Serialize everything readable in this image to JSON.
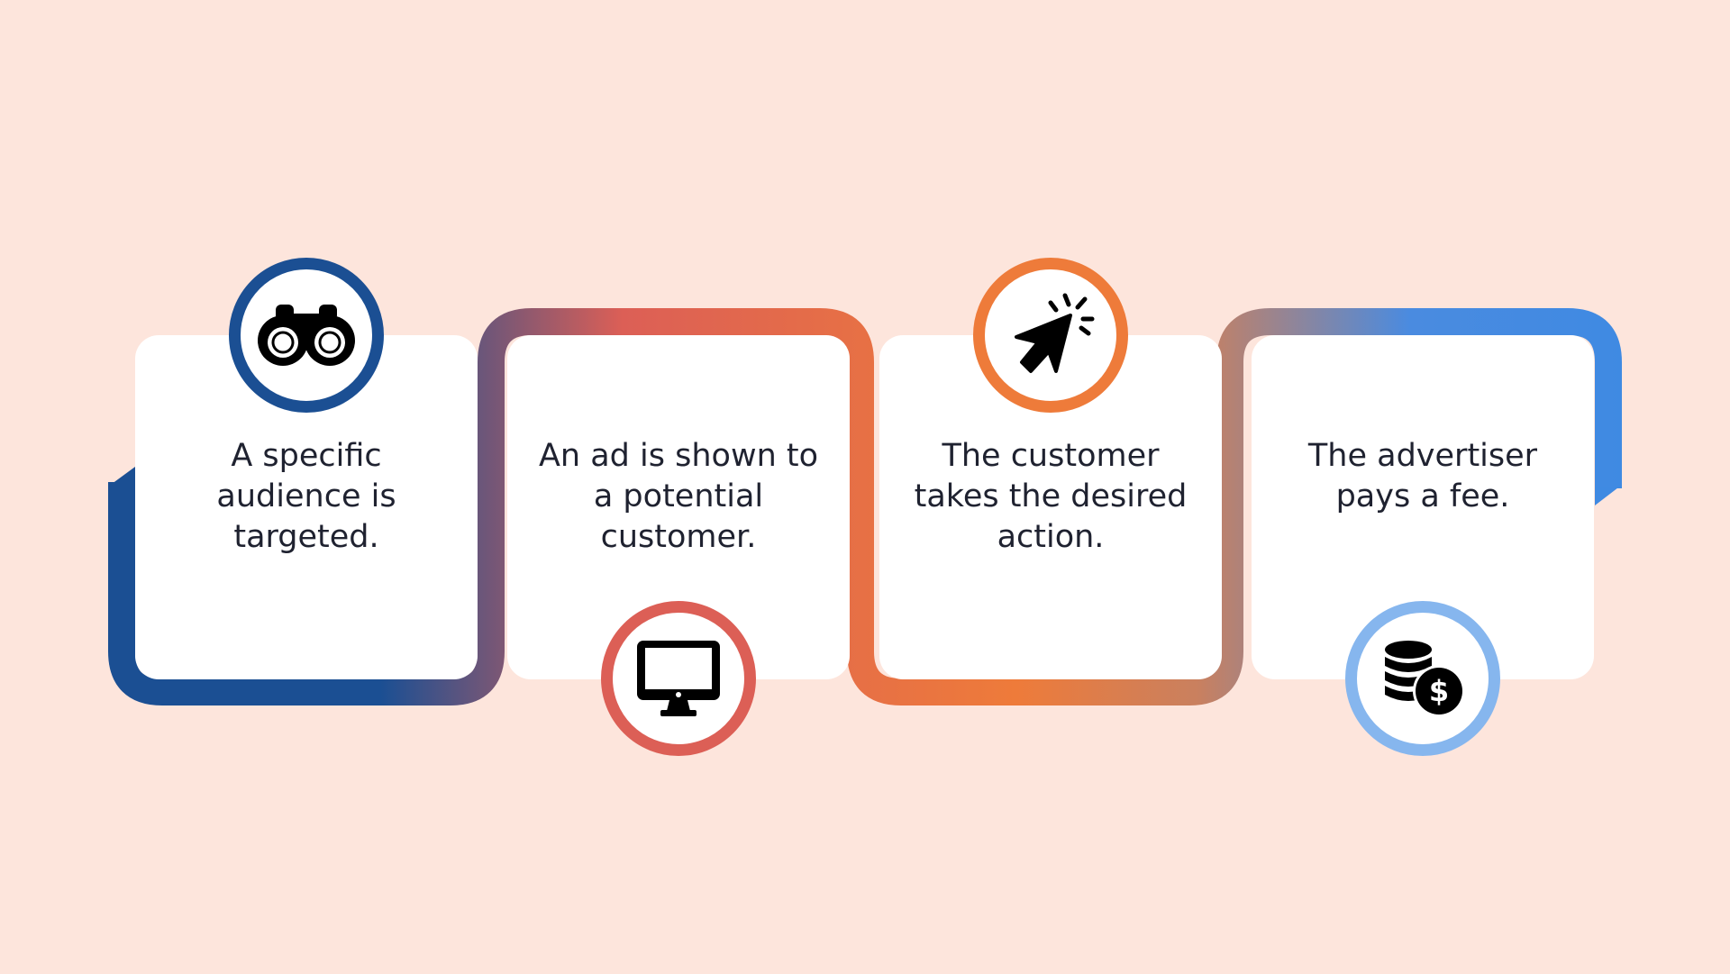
{
  "steps": [
    {
      "text": "A specific audience is targeted.",
      "icon": "binoculars-icon",
      "ring_color": "#1b4f93"
    },
    {
      "text": "An ad is shown to a potential customer.",
      "icon": "monitor-icon",
      "ring_color": "#dc5f56"
    },
    {
      "text": "The customer takes the desired action.",
      "icon": "cursor-click-icon",
      "ring_color": "#ee7b3a"
    },
    {
      "text": "The advertiser pays a fee.",
      "icon": "coins-dollar-icon",
      "ring_color": "#86b6ee"
    }
  ],
  "path_gradient": [
    "#1b4f93",
    "#dc5f56",
    "#ee7b3a",
    "#3f8ae2"
  ],
  "background": "#fde5dc"
}
